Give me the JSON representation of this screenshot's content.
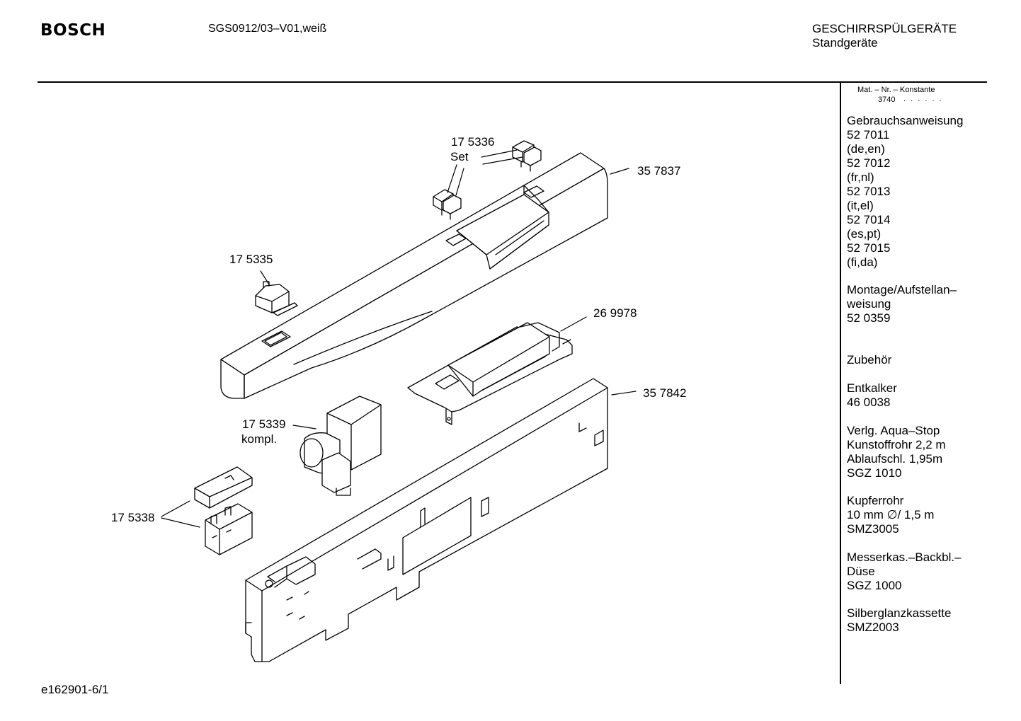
{
  "header": {
    "brand": "BOSCH",
    "model": "SGS0912/03–V01,weiß",
    "category_line1": "GESCHIRRSPÜLGERÄTE",
    "category_line2": "Standgeräte"
  },
  "sidebar": {
    "mat_label": "Mat. – Nr. – Konstante",
    "mat_value": "3740",
    "mat_dots": ". . . . . .",
    "blocks": [
      {
        "lines": [
          "Gebrauchsanweisung",
          "52 7011",
          "(de,en)",
          "52 7012",
          "(fr,nl)",
          "52 7013",
          "(it,el)",
          "52 7014",
          "(es,pt)",
          "52 7015",
          "(fi,da)"
        ]
      },
      {
        "lines": [
          "Montage/Aufstellan–",
          "weisung",
          "52 0359"
        ]
      },
      {
        "lines": [
          "Zubehör"
        ]
      },
      {
        "lines": [
          "Entkalker",
          "46 0038"
        ]
      },
      {
        "lines": [
          "Verlg. Aqua–Stop",
          "Kunstoffrohr 2,2 m",
          "Ablaufschl. 1,95m",
          "SGZ 1010"
        ]
      },
      {
        "lines": [
          "Kupferrohr",
          "10 mm ∅/ 1,5 m",
          "SMZ3005"
        ]
      },
      {
        "lines": [
          "Messerkas.–Backbl.–",
          "Düse",
          "SGZ 1000"
        ]
      },
      {
        "lines": [
          "Silberglanzkassette",
          "SMZ2003"
        ]
      }
    ]
  },
  "callouts": {
    "c1": "17 5336",
    "c1b": "Set",
    "c2": "35 7837",
    "c3": "17 5335",
    "c4": "26 9978",
    "c5": "35 7842",
    "c6": "17 5339",
    "c6b": "kompl.",
    "c7": "17 5338"
  },
  "footer": {
    "code": "e162901-6/1"
  }
}
